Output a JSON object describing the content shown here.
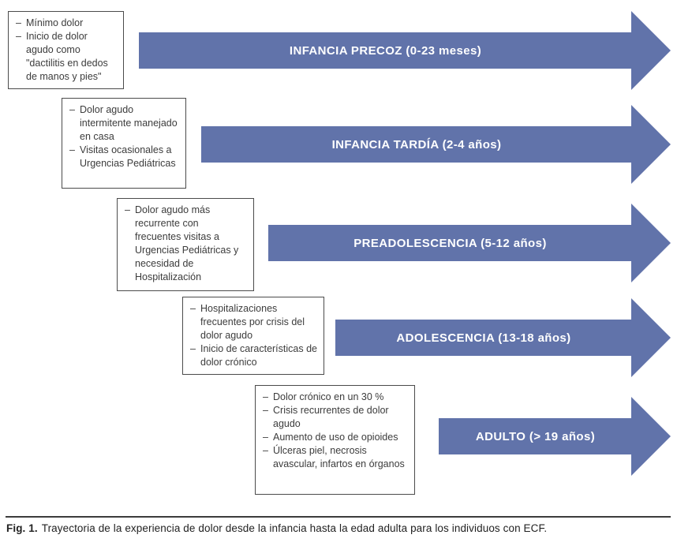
{
  "bullet": "–",
  "colors": {
    "arrow_fill": "#6173aa",
    "arrow_label_text": "#ffffff",
    "box_border": "#4b4b4b",
    "note_text": "#3c3c3c",
    "caption_rule": "#3c3c3c"
  },
  "stages": [
    {
      "label": "INFANCIA PRECOZ (0-23 meses)",
      "notes": [
        "Mínimo dolor",
        "Inicio de dolor agudo como \"dactilitis en dedos de manos y pies\""
      ]
    },
    {
      "label": "INFANCIA TARDÍA (2-4 años)",
      "notes": [
        "Dolor agudo intermitente manejado en casa",
        "Visitas ocasionales a Urgencias Pediátricas"
      ]
    },
    {
      "label": "PREADOLESCENCIA (5-12 años)",
      "notes": [
        "Dolor agudo más recurrente con frecuentes visitas a Urgencias Pediátricas y necesidad de Hospitalización"
      ]
    },
    {
      "label": "ADOLESCENCIA (13-18 años)",
      "notes": [
        "Hospitalizaciones frecuentes por crisis del dolor agudo",
        "Inicio de características de dolor crónico"
      ]
    },
    {
      "label": "ADULTO (> 19 años)",
      "notes": [
        "Dolor crónico en un 30 %",
        "Crisis recurrentes de dolor agudo",
        "Aumento de uso de opioides",
        "Úlceras piel, necrosis avascular, infartos en órganos"
      ]
    }
  ],
  "caption": {
    "label": "Fig. 1.",
    "text": "Trayectoria de la experiencia de dolor desde la infancia hasta la edad adulta para los individuos con ECF."
  }
}
